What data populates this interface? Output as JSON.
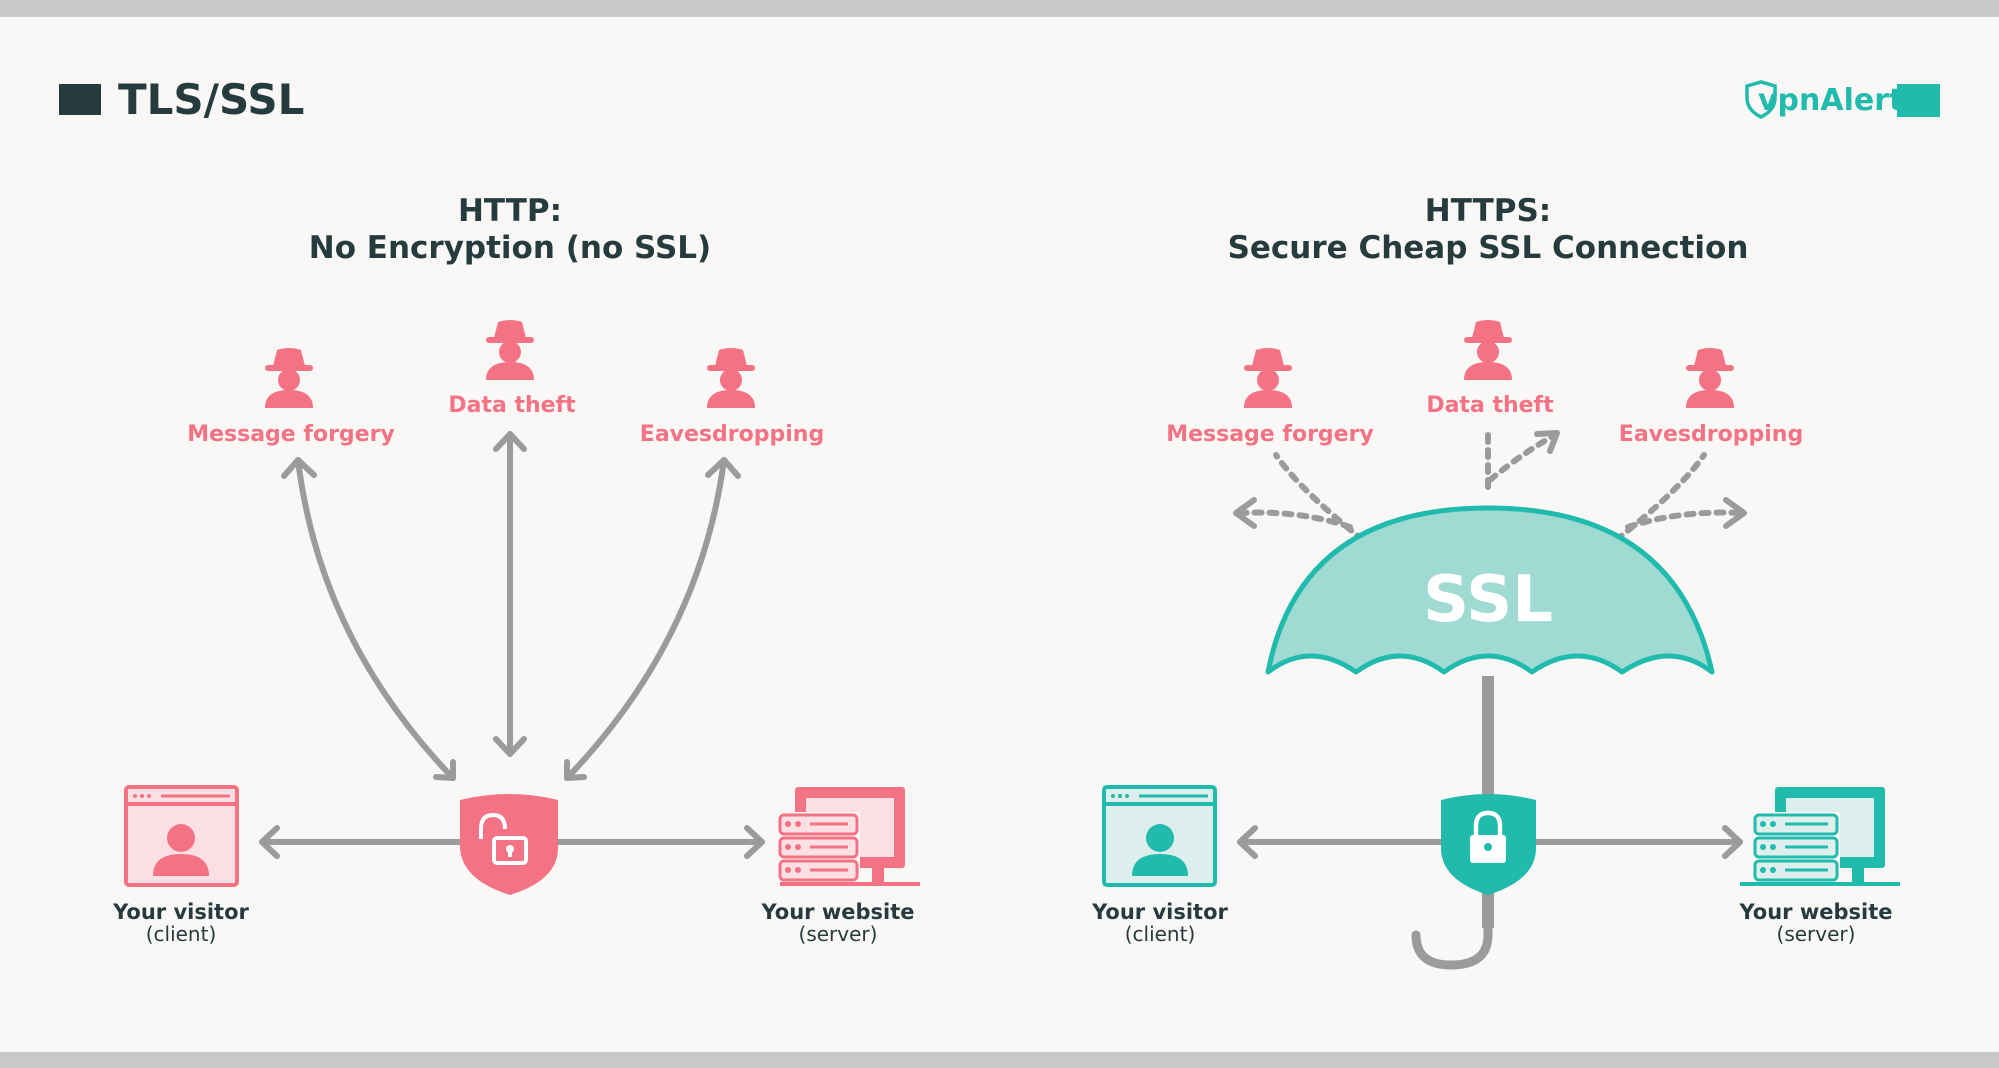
{
  "header": {
    "title": "TLS/SSL",
    "logo_text": "vpnAlert"
  },
  "colors": {
    "dark": "#253b3e",
    "pink": "#f37384",
    "pink_light": "#fde0e4",
    "teal": "#21bbae",
    "teal_light": "#9fdad3",
    "teal_pale": "#dcefec",
    "gray": "#9b9b9b",
    "bar": "#c8c8c8",
    "bg": "#f9f8f6"
  },
  "http": {
    "title_line1": "HTTP:",
    "title_line2": "No Encryption (no SSL)",
    "threats": [
      "Message forgery",
      "Data theft",
      "Eavesdropping"
    ],
    "visitor_label": "Your visitor",
    "visitor_sub": "(client)",
    "website_label": "Your website",
    "website_sub": "(server)"
  },
  "https": {
    "title_line1": "HTTPS:",
    "title_line2": "Secure Cheap SSL Connection",
    "threats": [
      "Message forgery",
      "Data theft",
      "Eavesdropping"
    ],
    "umbrella_label": "SSL",
    "visitor_label": "Your visitor",
    "visitor_sub": "(client)",
    "website_label": "Your website",
    "website_sub": "(server)"
  }
}
